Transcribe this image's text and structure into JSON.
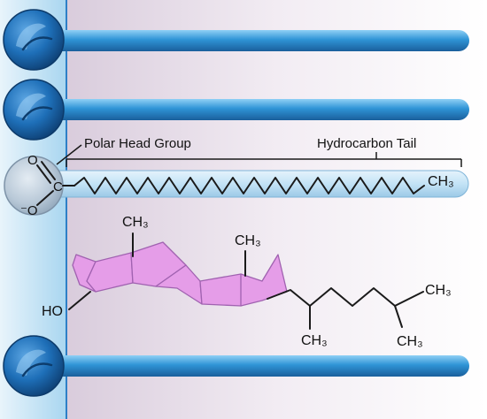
{
  "labels": {
    "polar_head_group": "Polar Head Group",
    "hydrocarbon_tail": "Hydrocarbon Tail",
    "tail_end": "CH₃",
    "carboxyl_o_top": "O",
    "carboxyl_c": "C",
    "carboxyl_o_minus": "⁻O",
    "sterol_methyl_1": "CH₃",
    "sterol_methyl_2": "CH₃",
    "hydroxyl": "HO",
    "chain_methyl_branch": "CH₃",
    "chain_methyl_end_top": "CH₃",
    "chain_methyl_end_bottom": "CH₃"
  },
  "colors": {
    "sphere_blue": "#1e6fb8",
    "sphere_highlight": "#7fbfee",
    "tail_blue": "#2f94d6",
    "membrane_line": "#2d7fc7",
    "left_gradient": "#bfe3f6",
    "background_mauve": "#ece3ee",
    "sterol_ring_pink": "#e59de8",
    "sterol_ring_stroke": "#a062b0",
    "polar_head_gray": "#b9c9d8"
  },
  "icons": {
    "phospholipid_head": "blue-sphere-icon",
    "fatty_acid_head": "gray-sphere-icon"
  }
}
